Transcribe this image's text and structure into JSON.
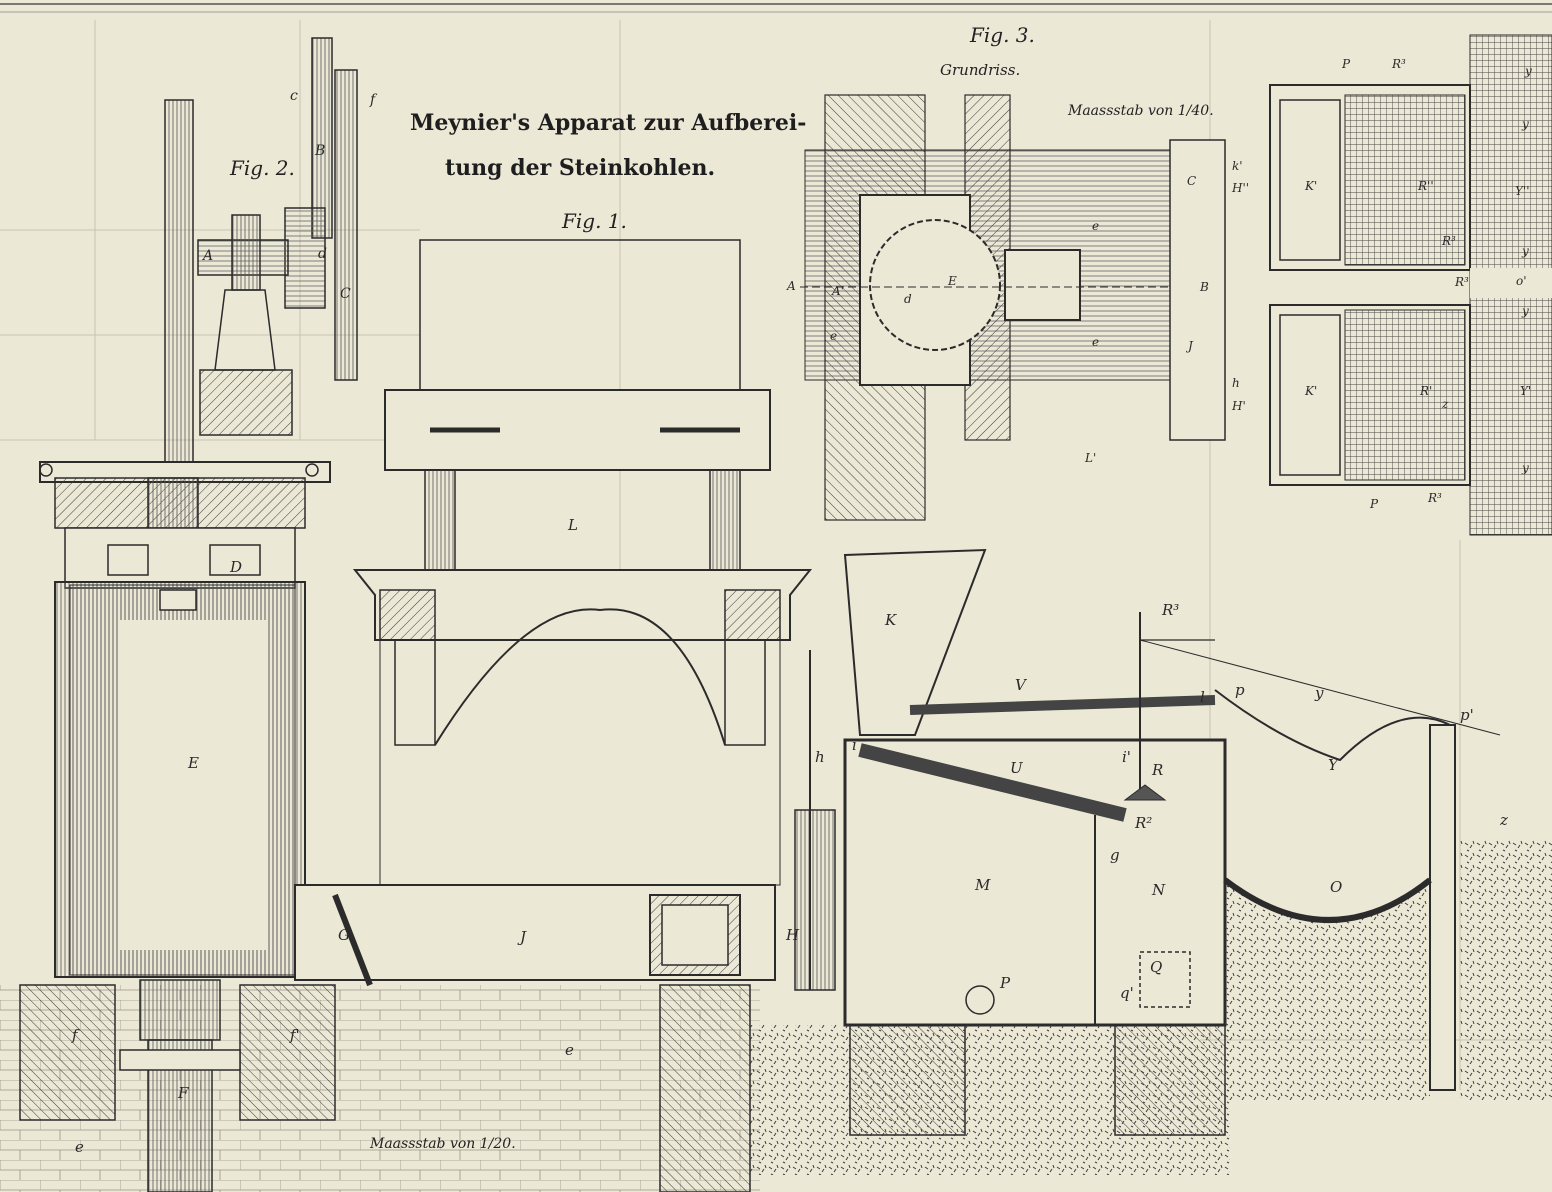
{
  "plate": {
    "title_line1": "Meynier's Apparat zur Aufberei-",
    "title_line2": "tung der Steinkohlen.",
    "paper_color": "#ece8d6",
    "ink_color": "#2b2b2b"
  },
  "figures": {
    "fig1_label": "Fig. 1.",
    "fig2_label": "Fig. 2.",
    "fig3_label": "Fig. 3.",
    "fig3_caption": "Grundriss.",
    "scale_fig3": "Maassstab von 1/40.",
    "scale_fig1": "Maassstab von 1/20."
  },
  "labels_fig1": {
    "E": "E",
    "D": "D",
    "G": "G",
    "J": "J",
    "H": "H",
    "F": "F",
    "f": "f",
    "f_prime": "f'",
    "e_right": "e",
    "e_left": "e",
    "L": "L",
    "K": "K",
    "h": "h",
    "i": "i",
    "V": "V",
    "U": "U",
    "M": "M",
    "N": "N",
    "R": "R",
    "R2": "R²",
    "R3": "R³",
    "i_prime": "i'",
    "l": "l",
    "p": "p",
    "p_prime": "p'",
    "y": "y",
    "Y": "Y",
    "O": "O",
    "z": "z",
    "P": "P",
    "Q": "Q",
    "q_prime": "q'",
    "g": "g"
  },
  "labels_fig2": {
    "A": "A",
    "B": "B",
    "C": "C",
    "c": "c",
    "d": "d",
    "f": "f"
  },
  "labels_fig3": {
    "A": "A",
    "A_prime": "A'",
    "B": "B",
    "C": "C",
    "d": "d",
    "E": "E",
    "e1": "e",
    "e2": "e",
    "e3": "e",
    "J": "J",
    "L_prime": "L'",
    "K_prime_top": "K'",
    "K_prime_bottom": "K'",
    "H_top": "H''",
    "H_bottom": "H'",
    "k_top": "k'",
    "h": "h",
    "R_top": "R''",
    "R_bottom": "R'",
    "R3a": "R³",
    "R3b": "R³",
    "R3c": "R³",
    "R3d": "R³",
    "P_top": "P",
    "P_bottom": "P",
    "Y_top": "Y''",
    "Y_bottom": "Y'",
    "y1": "y",
    "y2": "y",
    "y3": "y",
    "y4": "y",
    "y5": "y",
    "o_prime": "o'",
    "z": "z"
  }
}
